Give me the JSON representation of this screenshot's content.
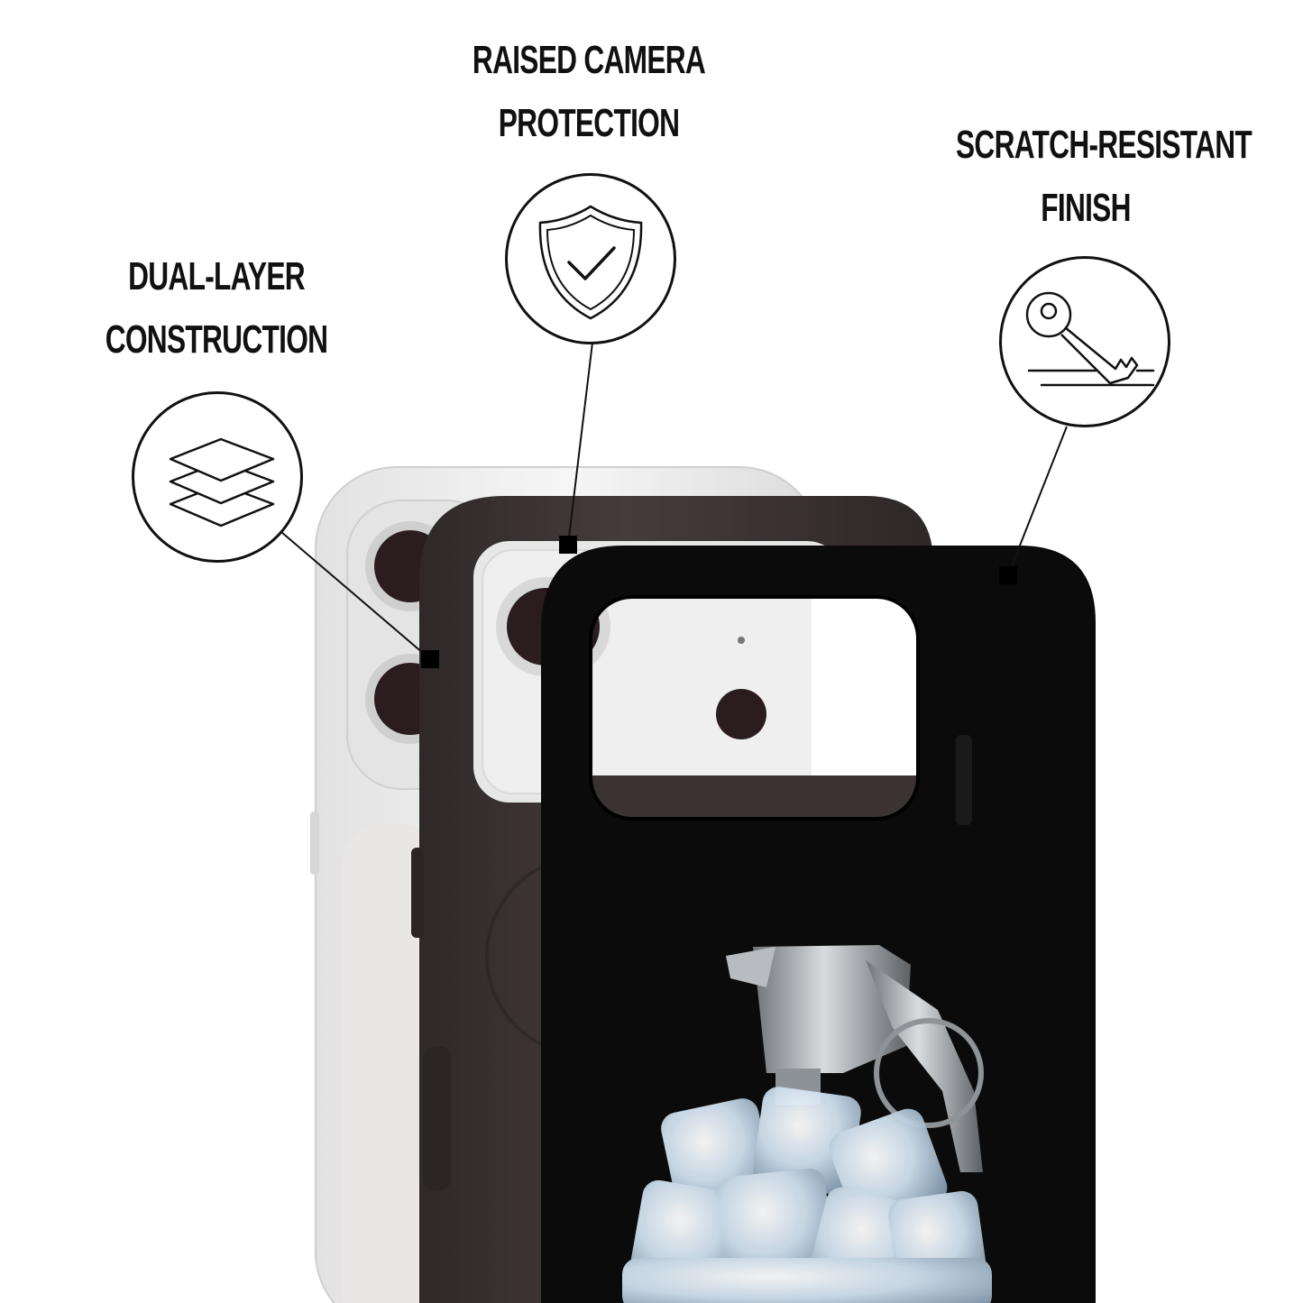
{
  "features": [
    {
      "id": "dual",
      "line1": "DUAL-LAYER",
      "line2": "CONSTRUCTION",
      "icon": "layers-icon"
    },
    {
      "id": "camera",
      "line1": "RAISED CAMERA",
      "line2": "PROTECTION",
      "icon": "shield-check-icon"
    },
    {
      "id": "scratch",
      "line1": "SCRATCH-RESISTANT",
      "line2": "FINISH",
      "icon": "key-scratch-icon"
    }
  ],
  "colors": {
    "background": "#ffffff",
    "text": "#111111",
    "outer_case": "#0b0b0b",
    "inner_case": "#3a3233",
    "phone_body": "#eeeeee",
    "lens": "#2a1c1f"
  },
  "product_artwork": "ice-cube-grenade-print"
}
